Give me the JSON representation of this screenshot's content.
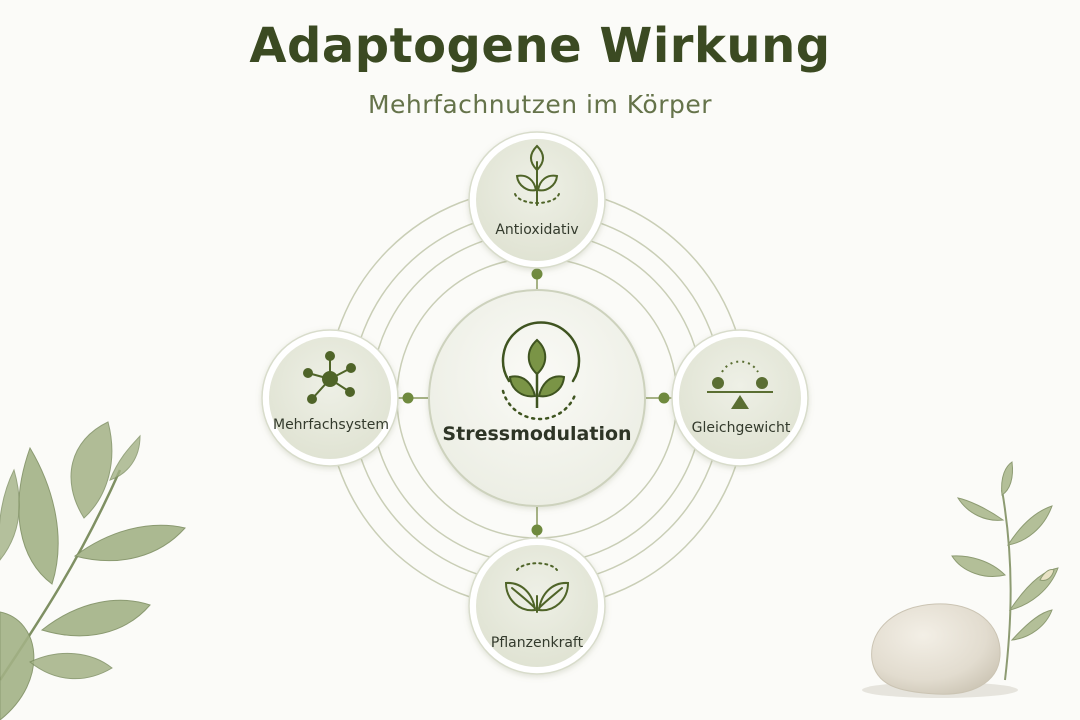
{
  "title": "Adaptogene Wirkung",
  "subtitle": "Mehrfachnutzen im Körper",
  "center": {
    "label": "Stressmodulation",
    "icon": "sprout-circle-icon"
  },
  "nodes": {
    "top": {
      "label": "Antioxidativ",
      "icon": "plant-sprout-icon"
    },
    "left": {
      "label": "Mehrfachsystem",
      "icon": "network-icon"
    },
    "right": {
      "label": "Gleichgewicht",
      "icon": "balance-scale-icon"
    },
    "bottom": {
      "label": "Pflanzenkraft",
      "icon": "leaf-pair-icon"
    }
  },
  "colors": {
    "title": "#3b4a22",
    "subtitle": "#65734a",
    "accent": "#5a6e32",
    "ring": "#c9ceb6",
    "node_fill": "#e7e9dc",
    "center_fill": "#f4f4ee",
    "leaf": "#9aaa7c"
  }
}
